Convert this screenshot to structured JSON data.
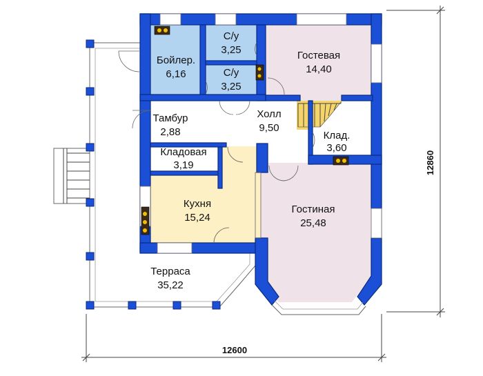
{
  "colors": {
    "wall": "#1a4fd6",
    "boiler_bath": "#b3d4f0",
    "guest_living": "#efe2e8",
    "kitchen_storage": "#fdf0c4",
    "stairs": "#f5d56a",
    "terrace": "#ffffff"
  },
  "rooms": {
    "boiler": {
      "name": "Бойлер.",
      "area": "6,16"
    },
    "bath1": {
      "name": "С/у",
      "area": "3,25"
    },
    "bath2": {
      "name": "С/у",
      "area": "3,25"
    },
    "guest": {
      "name": "Гостевая",
      "area": "14,40"
    },
    "vestibule": {
      "name": "Тамбур",
      "area": "2,88"
    },
    "hall": {
      "name": "Холл",
      "area": "9,50"
    },
    "pantry_small": {
      "name": "Клад.",
      "area": "3,60"
    },
    "pantry": {
      "name": "Кладовая",
      "area": "3,19"
    },
    "kitchen": {
      "name": "Кухня",
      "area": "15,24"
    },
    "living": {
      "name": "Гостиная",
      "area": "25,48"
    },
    "terrace": {
      "name": "Терраса",
      "area": "35,22"
    }
  },
  "dimensions": {
    "width": "12600",
    "height": "12860"
  }
}
